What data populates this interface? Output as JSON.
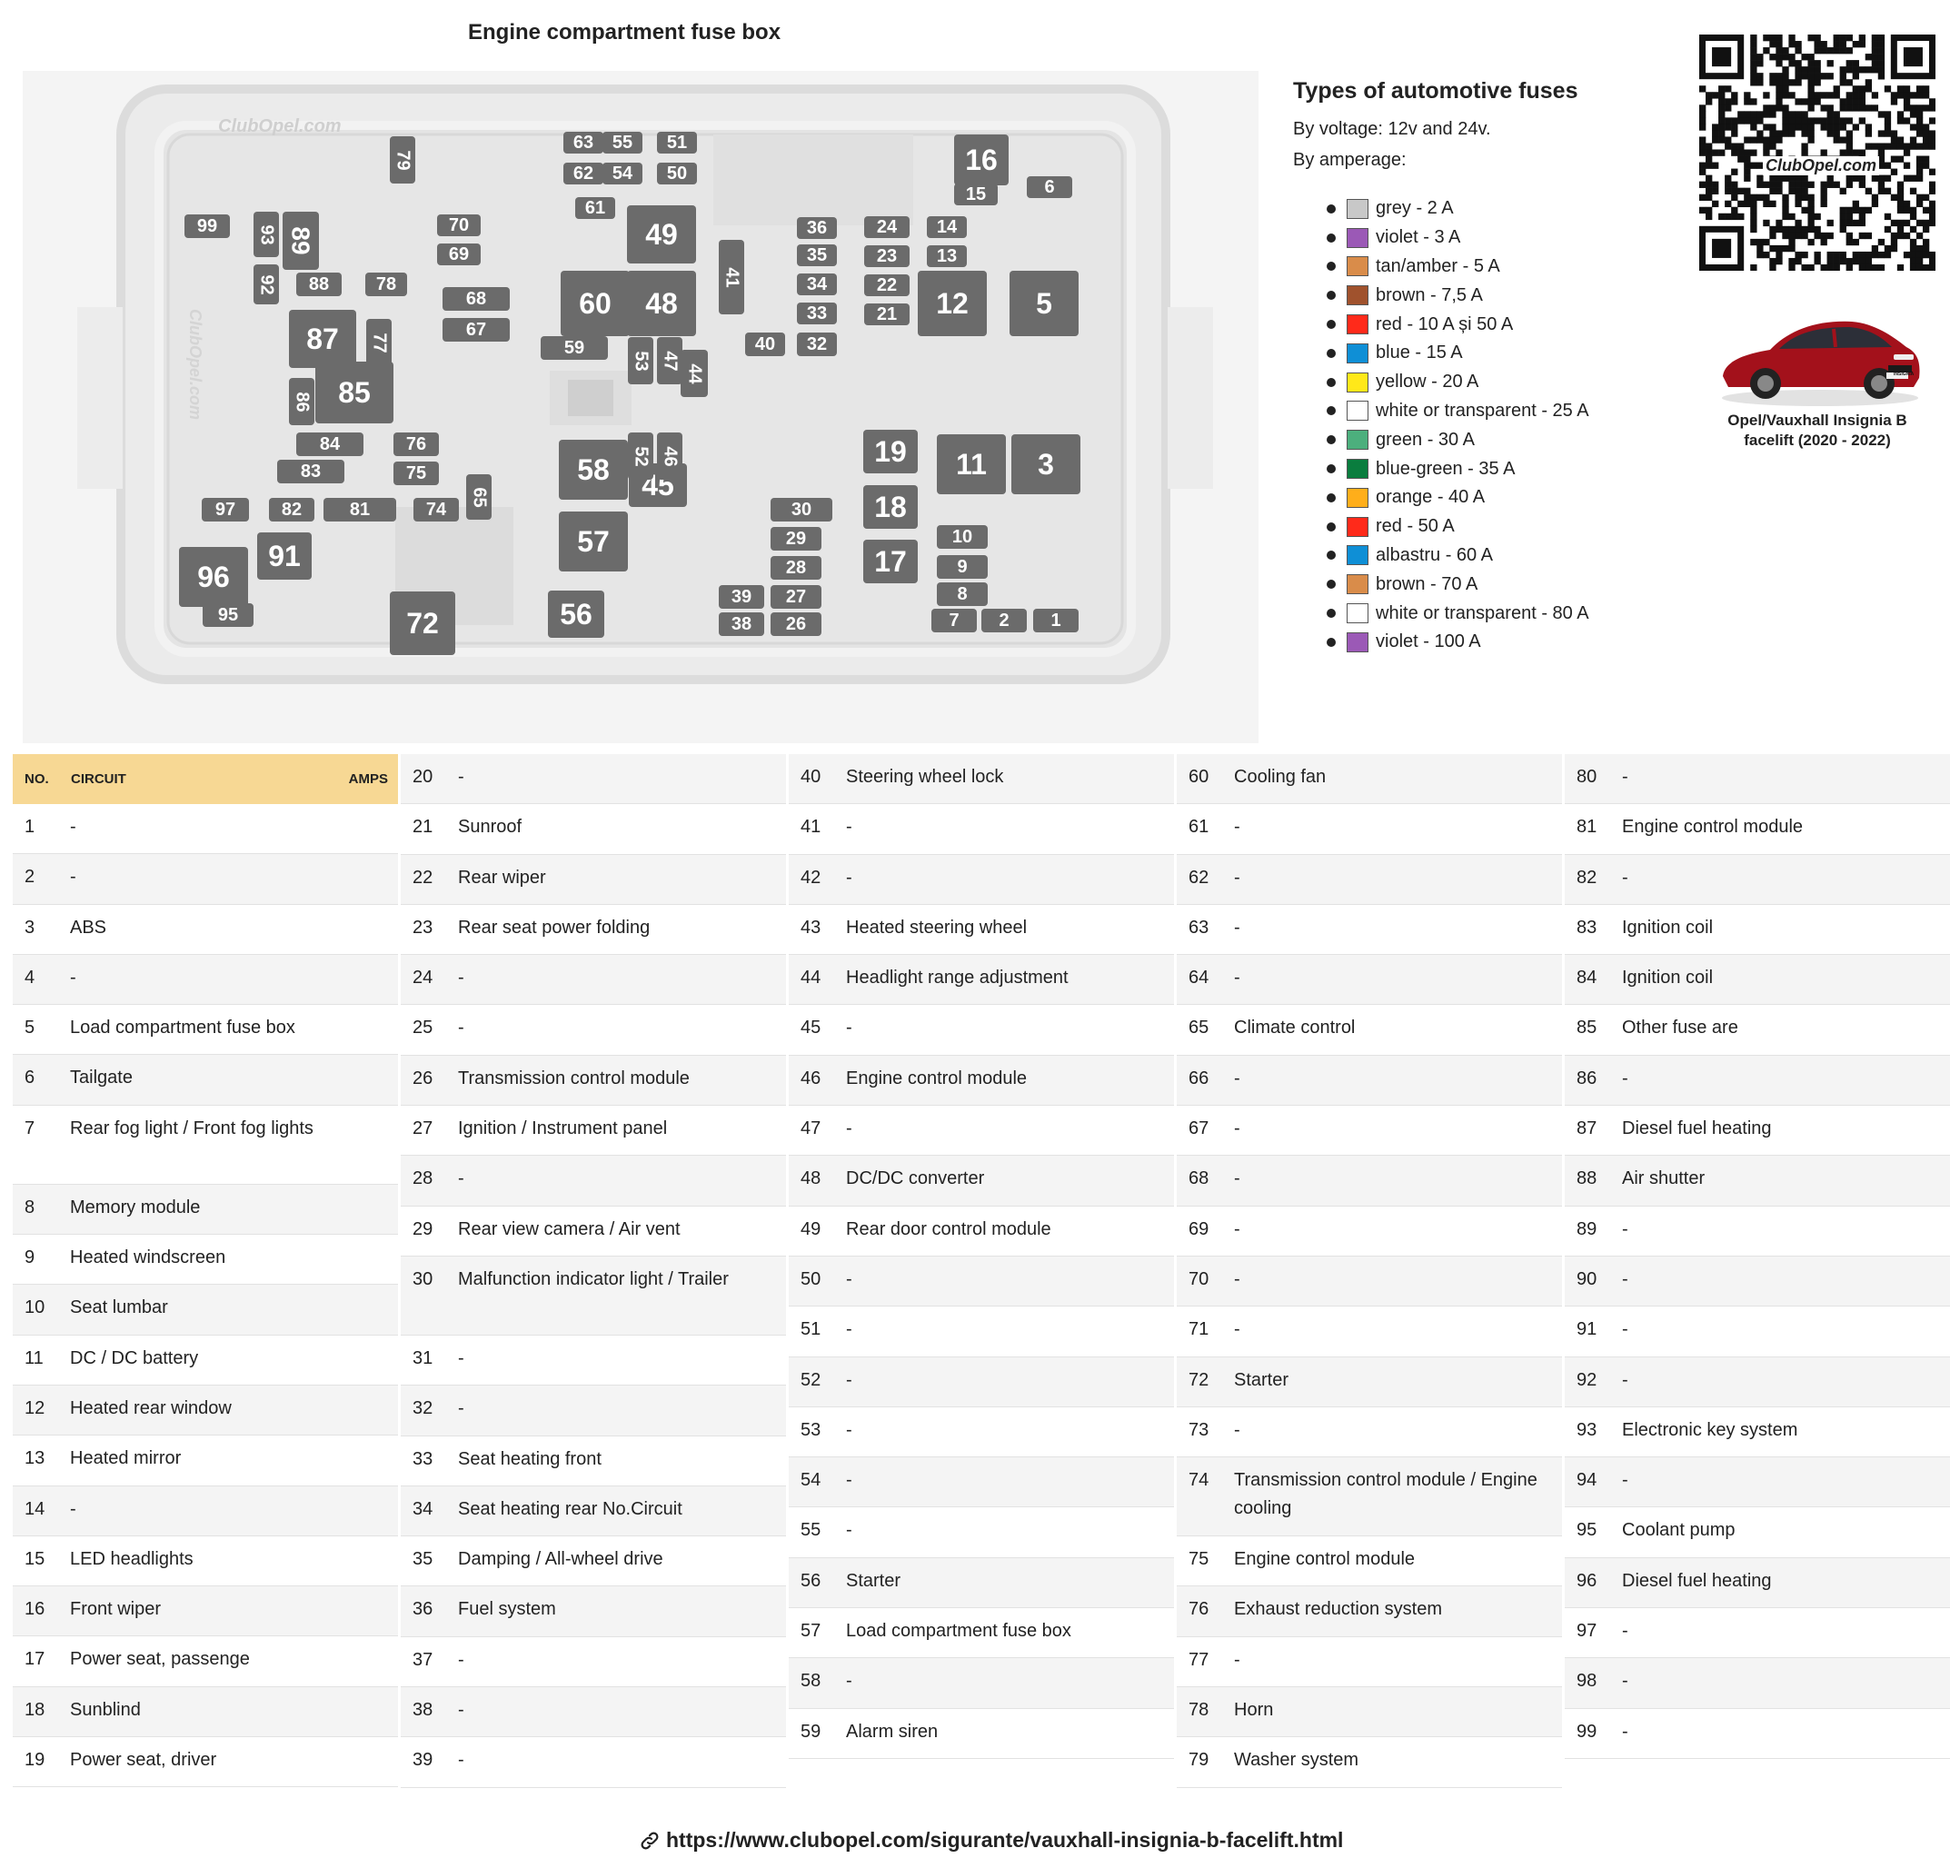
{
  "diagram": {
    "title": "Engine compartment fuse box",
    "watermark": "ClubOpel.com",
    "fuses": [
      "1",
      "2",
      "3",
      "5",
      "6",
      "7",
      "8",
      "9",
      "10",
      "11",
      "12",
      "13",
      "14",
      "15",
      "16",
      "17",
      "18",
      "19",
      "21",
      "22",
      "23",
      "24",
      "26",
      "27",
      "28",
      "29",
      "30",
      "32",
      "33",
      "34",
      "35",
      "36",
      "38",
      "39",
      "40",
      "41",
      "44",
      "45",
      "46",
      "47",
      "48",
      "49",
      "50",
      "51",
      "52",
      "53",
      "54",
      "55",
      "56",
      "57",
      "58",
      "59",
      "60",
      "61",
      "62",
      "63",
      "65",
      "67",
      "68",
      "69",
      "70",
      "72",
      "74",
      "75",
      "76",
      "77",
      "78",
      "79",
      "81",
      "82",
      "83",
      "84",
      "85",
      "86",
      "87",
      "88",
      "89",
      "91",
      "92",
      "93",
      "95",
      "96",
      "97",
      "99"
    ]
  },
  "legend": {
    "title": "Types of automotive fuses",
    "voltage": "By voltage: 12v and 24v.",
    "amperage": "By amperage:",
    "items": [
      {
        "color": "#c8c8c8",
        "label": "grey - 2 A"
      },
      {
        "color": "#9b59b6",
        "label": "violet - 3 A"
      },
      {
        "color": "#d98c4a",
        "label": "tan/amber - 5 A"
      },
      {
        "color": "#a0522d",
        "label": "brown - 7,5 A"
      },
      {
        "color": "#ff2a1a",
        "label": "red - 10 A și 50 A"
      },
      {
        "color": "#0f8fd6",
        "label": "blue - 15 A"
      },
      {
        "color": "#ffe819",
        "label": "yellow - 20 A"
      },
      {
        "color": "#ffffff",
        "label": "white or transparent - 25 A"
      },
      {
        "color": "#4caf7d",
        "label": "green - 30 A"
      },
      {
        "color": "#0a7d3e",
        "label": "blue-green - 35 A"
      },
      {
        "color": "#ffae1a",
        "label": "orange - 40 A"
      },
      {
        "color": "#ff2a1a",
        "label": "red - 50 A"
      },
      {
        "color": "#0f8fd6",
        "label": "albastru - 60 A"
      },
      {
        "color": "#d98c4a",
        "label": "brown - 70 A"
      },
      {
        "color": "#ffffff",
        "label": "white or transparent - 80 A"
      },
      {
        "color": "#9b59b6",
        "label": "violet - 100 A"
      }
    ]
  },
  "qr": {
    "brand": "ClubOpel.com"
  },
  "car": {
    "badge": "INSIGNIA",
    "caption_line1": "Opel/Vauxhall Insignia B",
    "caption_line2": "facelift (2020 - 2022)"
  },
  "table": {
    "header": {
      "no": "NO.",
      "circuit": "CIRCUIT",
      "amps": "AMPS"
    },
    "rows": [
      {
        "no": "1",
        "circuit": "-"
      },
      {
        "no": "2",
        "circuit": "-"
      },
      {
        "no": "3",
        "circuit": "ABS"
      },
      {
        "no": "4",
        "circuit": "-"
      },
      {
        "no": "5",
        "circuit": "Load compartment fuse box"
      },
      {
        "no": "6",
        "circuit": "Tailgate"
      },
      {
        "no": "7",
        "circuit": "Rear fog light / Front fog lights"
      },
      {
        "no": "8",
        "circuit": "Memory module"
      },
      {
        "no": "9",
        "circuit": "Heated windscreen"
      },
      {
        "no": "10",
        "circuit": "Seat lumbar"
      },
      {
        "no": "11",
        "circuit": "DC / DC battery"
      },
      {
        "no": "12",
        "circuit": "Heated rear window"
      },
      {
        "no": "13",
        "circuit": "Heated mirror"
      },
      {
        "no": "14",
        "circuit": "-"
      },
      {
        "no": "15",
        "circuit": "LED headlights"
      },
      {
        "no": "16",
        "circuit": "Front wiper"
      },
      {
        "no": "17",
        "circuit": "Power seat, passenge"
      },
      {
        "no": "18",
        "circuit": "Sunblind"
      },
      {
        "no": "19",
        "circuit": "Power seat, driver"
      },
      {
        "no": "20",
        "circuit": "-"
      },
      {
        "no": "21",
        "circuit": "Sunroof"
      },
      {
        "no": "22",
        "circuit": "Rear wiper"
      },
      {
        "no": "23",
        "circuit": "Rear seat power folding"
      },
      {
        "no": "24",
        "circuit": "-"
      },
      {
        "no": "25",
        "circuit": "-"
      },
      {
        "no": "26",
        "circuit": "Transmission control module"
      },
      {
        "no": "27",
        "circuit": "Ignition / Instrument panel"
      },
      {
        "no": "28",
        "circuit": "-"
      },
      {
        "no": "29",
        "circuit": "Rear view camera / Air vent"
      },
      {
        "no": "30",
        "circuit": "Malfunction indicator light / Trailer"
      },
      {
        "no": "31",
        "circuit": "-"
      },
      {
        "no": "32",
        "circuit": "-"
      },
      {
        "no": "33",
        "circuit": "Seat heating front"
      },
      {
        "no": "34",
        "circuit": "Seat heating rear No.Circuit"
      },
      {
        "no": "35",
        "circuit": "Damping / All-wheel drive"
      },
      {
        "no": "36",
        "circuit": "Fuel system"
      },
      {
        "no": "37",
        "circuit": "-"
      },
      {
        "no": "38",
        "circuit": "-"
      },
      {
        "no": "39",
        "circuit": "-"
      },
      {
        "no": "40",
        "circuit": "Steering wheel lock"
      },
      {
        "no": "41",
        "circuit": "-"
      },
      {
        "no": "42",
        "circuit": "-"
      },
      {
        "no": "43",
        "circuit": "Heated steering wheel"
      },
      {
        "no": "44",
        "circuit": "Headlight range adjustment"
      },
      {
        "no": "45",
        "circuit": "-"
      },
      {
        "no": "46",
        "circuit": "Engine control module"
      },
      {
        "no": "47",
        "circuit": "-"
      },
      {
        "no": "48",
        "circuit": "DC/DC converter"
      },
      {
        "no": "49",
        "circuit": "Rear door control module"
      },
      {
        "no": "50",
        "circuit": "-"
      },
      {
        "no": "51",
        "circuit": "-"
      },
      {
        "no": "52",
        "circuit": "-"
      },
      {
        "no": "53",
        "circuit": "-"
      },
      {
        "no": "54",
        "circuit": "-"
      },
      {
        "no": "55",
        "circuit": "-"
      },
      {
        "no": "56",
        "circuit": "Starter"
      },
      {
        "no": "57",
        "circuit": "Load compartment fuse box"
      },
      {
        "no": "58",
        "circuit": "-"
      },
      {
        "no": "59",
        "circuit": "Alarm siren"
      },
      {
        "no": "60",
        "circuit": "Cooling fan"
      },
      {
        "no": "61",
        "circuit": "-"
      },
      {
        "no": "62",
        "circuit": "-"
      },
      {
        "no": "63",
        "circuit": "-"
      },
      {
        "no": "64",
        "circuit": "-"
      },
      {
        "no": "65",
        "circuit": "Climate control"
      },
      {
        "no": "66",
        "circuit": "-"
      },
      {
        "no": "67",
        "circuit": "-"
      },
      {
        "no": "68",
        "circuit": "-"
      },
      {
        "no": "69",
        "circuit": "-"
      },
      {
        "no": "70",
        "circuit": "-"
      },
      {
        "no": "71",
        "circuit": "-"
      },
      {
        "no": "72",
        "circuit": "Starter"
      },
      {
        "no": "73",
        "circuit": "-"
      },
      {
        "no": "74",
        "circuit": "Transmission control module / Engine cooling"
      },
      {
        "no": "75",
        "circuit": "Engine control module"
      },
      {
        "no": "76",
        "circuit": "Exhaust reduction system"
      },
      {
        "no": "77",
        "circuit": "-"
      },
      {
        "no": "78",
        "circuit": "Horn"
      },
      {
        "no": "79",
        "circuit": "Washer system"
      },
      {
        "no": "80",
        "circuit": "-"
      },
      {
        "no": "81",
        "circuit": "Engine control module"
      },
      {
        "no": "82",
        "circuit": "-"
      },
      {
        "no": "83",
        "circuit": "Ignition coil"
      },
      {
        "no": "84",
        "circuit": "Ignition coil"
      },
      {
        "no": "85",
        "circuit": "Other fuse are"
      },
      {
        "no": "86",
        "circuit": "-"
      },
      {
        "no": "87",
        "circuit": "Diesel fuel heating"
      },
      {
        "no": "88",
        "circuit": "Air shutter"
      },
      {
        "no": "89",
        "circuit": "-"
      },
      {
        "no": "90",
        "circuit": "-"
      },
      {
        "no": "91",
        "circuit": "-"
      },
      {
        "no": "92",
        "circuit": "-"
      },
      {
        "no": "93",
        "circuit": "Electronic key system"
      },
      {
        "no": "94",
        "circuit": "-"
      },
      {
        "no": "95",
        "circuit": "Coolant pump"
      },
      {
        "no": "96",
        "circuit": "Diesel fuel heating"
      },
      {
        "no": "97",
        "circuit": "-"
      },
      {
        "no": "98",
        "circuit": "-"
      },
      {
        "no": "99",
        "circuit": "-"
      }
    ]
  },
  "footer": {
    "url": "https://www.clubopel.com/sigurante/vauxhall-insignia-b-facelift.html"
  }
}
